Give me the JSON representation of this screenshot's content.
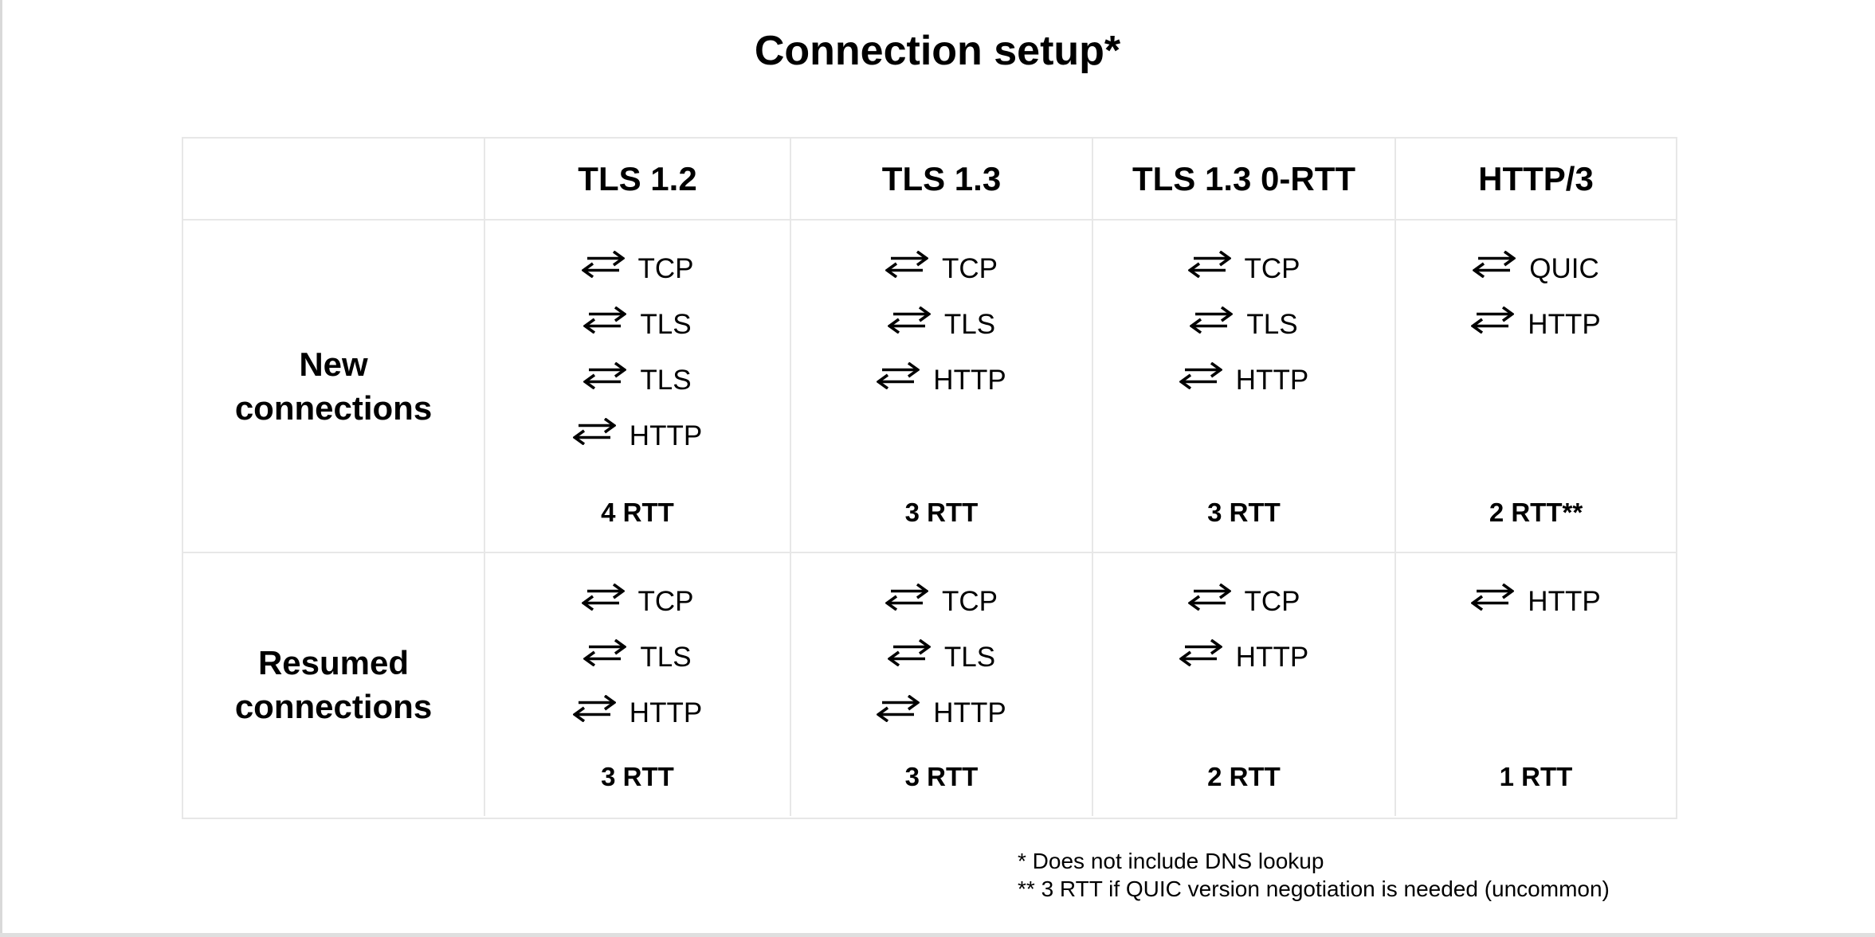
{
  "title": "Connection setup*",
  "table": {
    "columns": [
      "TLS 1.2",
      "TLS 1.3",
      "TLS 1.3 0-RTT",
      "HTTP/3"
    ],
    "rows": [
      {
        "label": "New connections",
        "cells": [
          {
            "steps": [
              "TCP",
              "TLS",
              "TLS",
              "HTTP"
            ],
            "rtt": "4 RTT"
          },
          {
            "steps": [
              "TCP",
              "TLS",
              "HTTP"
            ],
            "rtt": "3 RTT"
          },
          {
            "steps": [
              "TCP",
              "TLS",
              "HTTP"
            ],
            "rtt": "3 RTT"
          },
          {
            "steps": [
              "QUIC",
              "HTTP"
            ],
            "rtt": "2 RTT**"
          }
        ]
      },
      {
        "label": "Resumed connections",
        "cells": [
          {
            "steps": [
              "TCP",
              "TLS",
              "HTTP"
            ],
            "rtt": "3 RTT"
          },
          {
            "steps": [
              "TCP",
              "TLS",
              "HTTP"
            ],
            "rtt": "3 RTT"
          },
          {
            "steps": [
              "TCP",
              "HTTP"
            ],
            "rtt": "2 RTT"
          },
          {
            "steps": [
              "HTTP"
            ],
            "rtt": "1 RTT"
          }
        ]
      }
    ]
  },
  "footnotes": [
    "* Does not include DNS lookup",
    "** 3 RTT if QUIC version negotiation is needed (uncommon)"
  ],
  "icons": {
    "step_icon": "round-trip-arrows-icon"
  },
  "colors": {
    "background": "#ffffff",
    "text": "#000000",
    "table_border": "#e7e7e7",
    "screen_edge": "#d9d9d9"
  }
}
